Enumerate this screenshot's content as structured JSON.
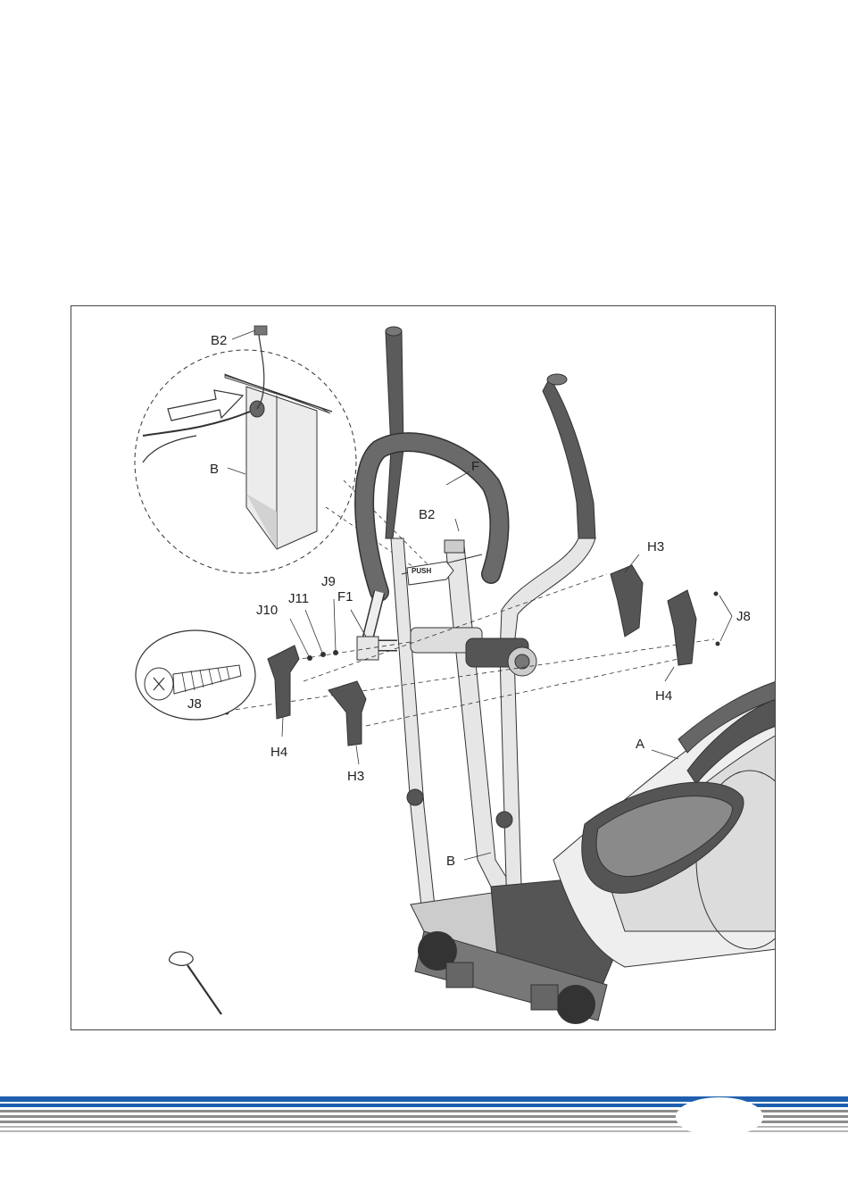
{
  "figure": {
    "labels": {
      "b2_detail": "B2",
      "b_detail": "B",
      "f": "F",
      "b2_main": "B2",
      "push": "PUSH",
      "h3_right": "H3",
      "j8_right": "J8",
      "h4_right": "H4",
      "j9": "J9",
      "j11": "J11",
      "f1": "F1",
      "j10": "J10",
      "j8_detail": "J8",
      "h4_left": "H4",
      "h3_center": "H3",
      "a": "A",
      "b_main": "B"
    }
  },
  "colors": {
    "stroke": "#333333",
    "dark_part": "#5b5b5b",
    "mid_part": "#9a9a9a",
    "light_part": "#e6e6e6",
    "footer_blue": "#1e5fb0",
    "footer_gray": "#8c8c8c"
  }
}
